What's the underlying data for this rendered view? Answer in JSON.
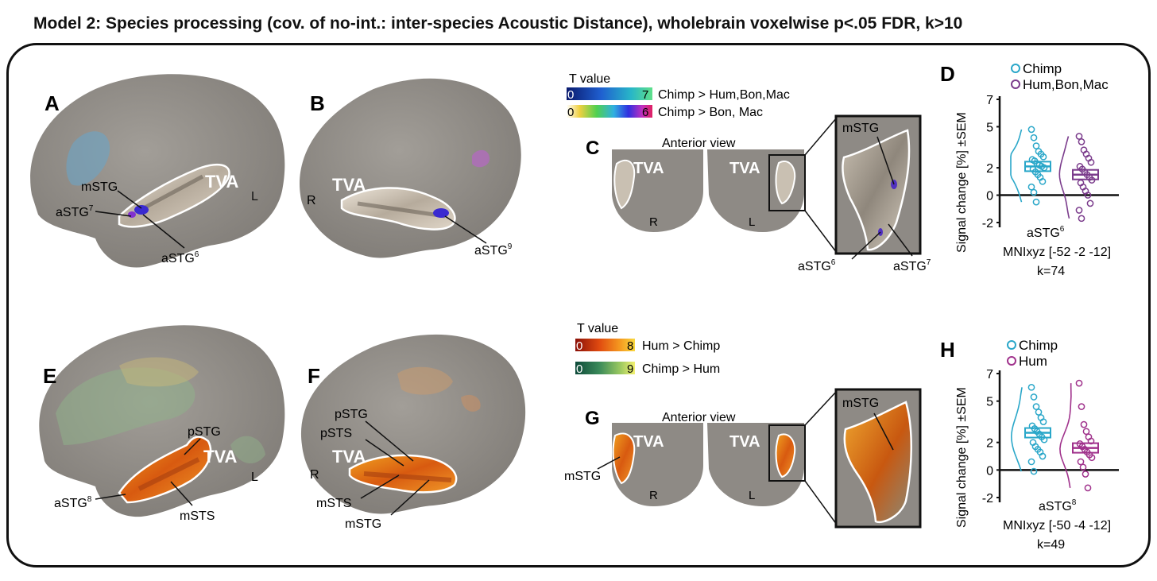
{
  "figure_title": "Model 2: Species processing (cov. of no-int.: inter-species Acoustic Distance), wholebrain voxelwise p<.05 FDR, k>10",
  "panels": {
    "A": {
      "letter": "A",
      "tva": "TVA",
      "hemi": "L",
      "labels": {
        "mSTG": "mSTG",
        "aSTG7": "aSTG",
        "aSTG7_sup": "7",
        "aSTG6": "aSTG",
        "aSTG6_sup": "6"
      }
    },
    "B": {
      "letter": "B",
      "tva": "TVA",
      "hemi": "R",
      "labels": {
        "aSTG9": "aSTG",
        "aSTG9_sup": "9"
      }
    },
    "C": {
      "letter": "C",
      "view": "Anterior view",
      "tva_left": "TVA",
      "tva_right": "TVA",
      "hemi_r": "R",
      "hemi_l": "L",
      "zoom_labels": {
        "mSTG": "mSTG",
        "aSTG6": "aSTG",
        "aSTG6_sup": "6",
        "aSTG7": "aSTG",
        "aSTG7_sup": "7"
      }
    },
    "D": {
      "letter": "D",
      "ylabel": "Signal change [%] ±SEM",
      "yticks": [
        "7",
        "5",
        "2",
        "0",
        "-2"
      ],
      "legend": [
        "Chimp",
        "Hum,Bon,Mac"
      ],
      "region": "aSTG",
      "region_sup": "6",
      "mni": "MNIxyz [-52 -2 -12]",
      "k": "k=74"
    },
    "E": {
      "letter": "E",
      "tva": "TVA",
      "hemi": "L",
      "labels": {
        "pSTG": "pSTG",
        "mSTS": "mSTS",
        "aSTG8": "aSTG",
        "aSTG8_sup": "8"
      }
    },
    "F": {
      "letter": "F",
      "tva": "TVA",
      "hemi": "R",
      "labels": {
        "pSTG": "pSTG",
        "pSTS": "pSTS",
        "mSTS": "mSTS",
        "mSTG": "mSTG"
      }
    },
    "G": {
      "letter": "G",
      "view": "Anterior view",
      "tva_left": "TVA",
      "tva_right": "TVA",
      "hemi_r": "R",
      "hemi_l": "L",
      "mstg_left": "mSTG",
      "zoom_label": "mSTG"
    },
    "H": {
      "letter": "H",
      "ylabel": "Signal change [%] ±SEM",
      "yticks": [
        "7",
        "5",
        "2",
        "0",
        "-2"
      ],
      "legend": [
        "Chimp",
        "Hum"
      ],
      "region": "aSTG",
      "region_sup": "8",
      "mni": "MNIxyz [-50 -4 -12]",
      "k": "k=49"
    }
  },
  "colorbars": {
    "top": {
      "title": "T value",
      "bar1": {
        "min": "0",
        "max": "7",
        "label": "Chimp > Hum,Bon,Mac"
      },
      "bar2": {
        "min": "0",
        "max": "6",
        "label": "Chimp > Bon, Mac"
      }
    },
    "bottom": {
      "title": "T value",
      "bar1": {
        "min": "0",
        "max": "8",
        "label": "Hum > Chimp"
      },
      "bar2": {
        "min": "0",
        "max": "9",
        "label": "Chimp > Hum"
      }
    }
  },
  "colors": {
    "chimp": "#2aa7c9",
    "other_D": "#7b3c8c",
    "hum_H": "#a0328c",
    "brain": "#8e8a85",
    "tva": "#d8cfc2"
  },
  "chart_data": [
    {
      "type": "scatter",
      "panel": "D",
      "ylabel": "Signal change [%] ±SEM",
      "ylim": [
        -2,
        7
      ],
      "series": [
        {
          "name": "Chimp",
          "mean": 2.1,
          "values": [
            4.8,
            4.2,
            3.6,
            3.2,
            3.0,
            2.8,
            2.6,
            2.5,
            2.3,
            2.2,
            2.1,
            2.0,
            1.9,
            1.7,
            1.5,
            1.3,
            1.0,
            0.6,
            0.2,
            -0.5
          ]
        },
        {
          "name": "Hum,Bon,Mac",
          "mean": 1.5,
          "values": [
            4.3,
            3.9,
            3.3,
            3.0,
            2.7,
            2.4,
            2.1,
            1.9,
            1.7,
            1.5,
            1.3,
            1.1,
            0.9,
            0.6,
            0.3,
            0.0,
            -0.6,
            -1.1,
            -1.7
          ]
        }
      ]
    },
    {
      "type": "scatter",
      "panel": "H",
      "ylabel": "Signal change [%] ±SEM",
      "ylim": [
        -2,
        7
      ],
      "series": [
        {
          "name": "Chimp",
          "mean": 2.7,
          "values": [
            6.0,
            5.3,
            4.6,
            4.2,
            3.8,
            3.5,
            3.2,
            3.0,
            2.8,
            2.6,
            2.4,
            2.2,
            2.0,
            1.7,
            1.5,
            1.3,
            1.0,
            0.6,
            -0.1
          ]
        },
        {
          "name": "Hum",
          "mean": 1.6,
          "values": [
            6.3,
            4.6,
            3.3,
            2.8,
            2.4,
            2.1,
            1.9,
            1.7,
            1.5,
            1.3,
            1.1,
            0.9,
            0.6,
            0.2,
            -0.3,
            -1.3
          ]
        }
      ]
    }
  ]
}
